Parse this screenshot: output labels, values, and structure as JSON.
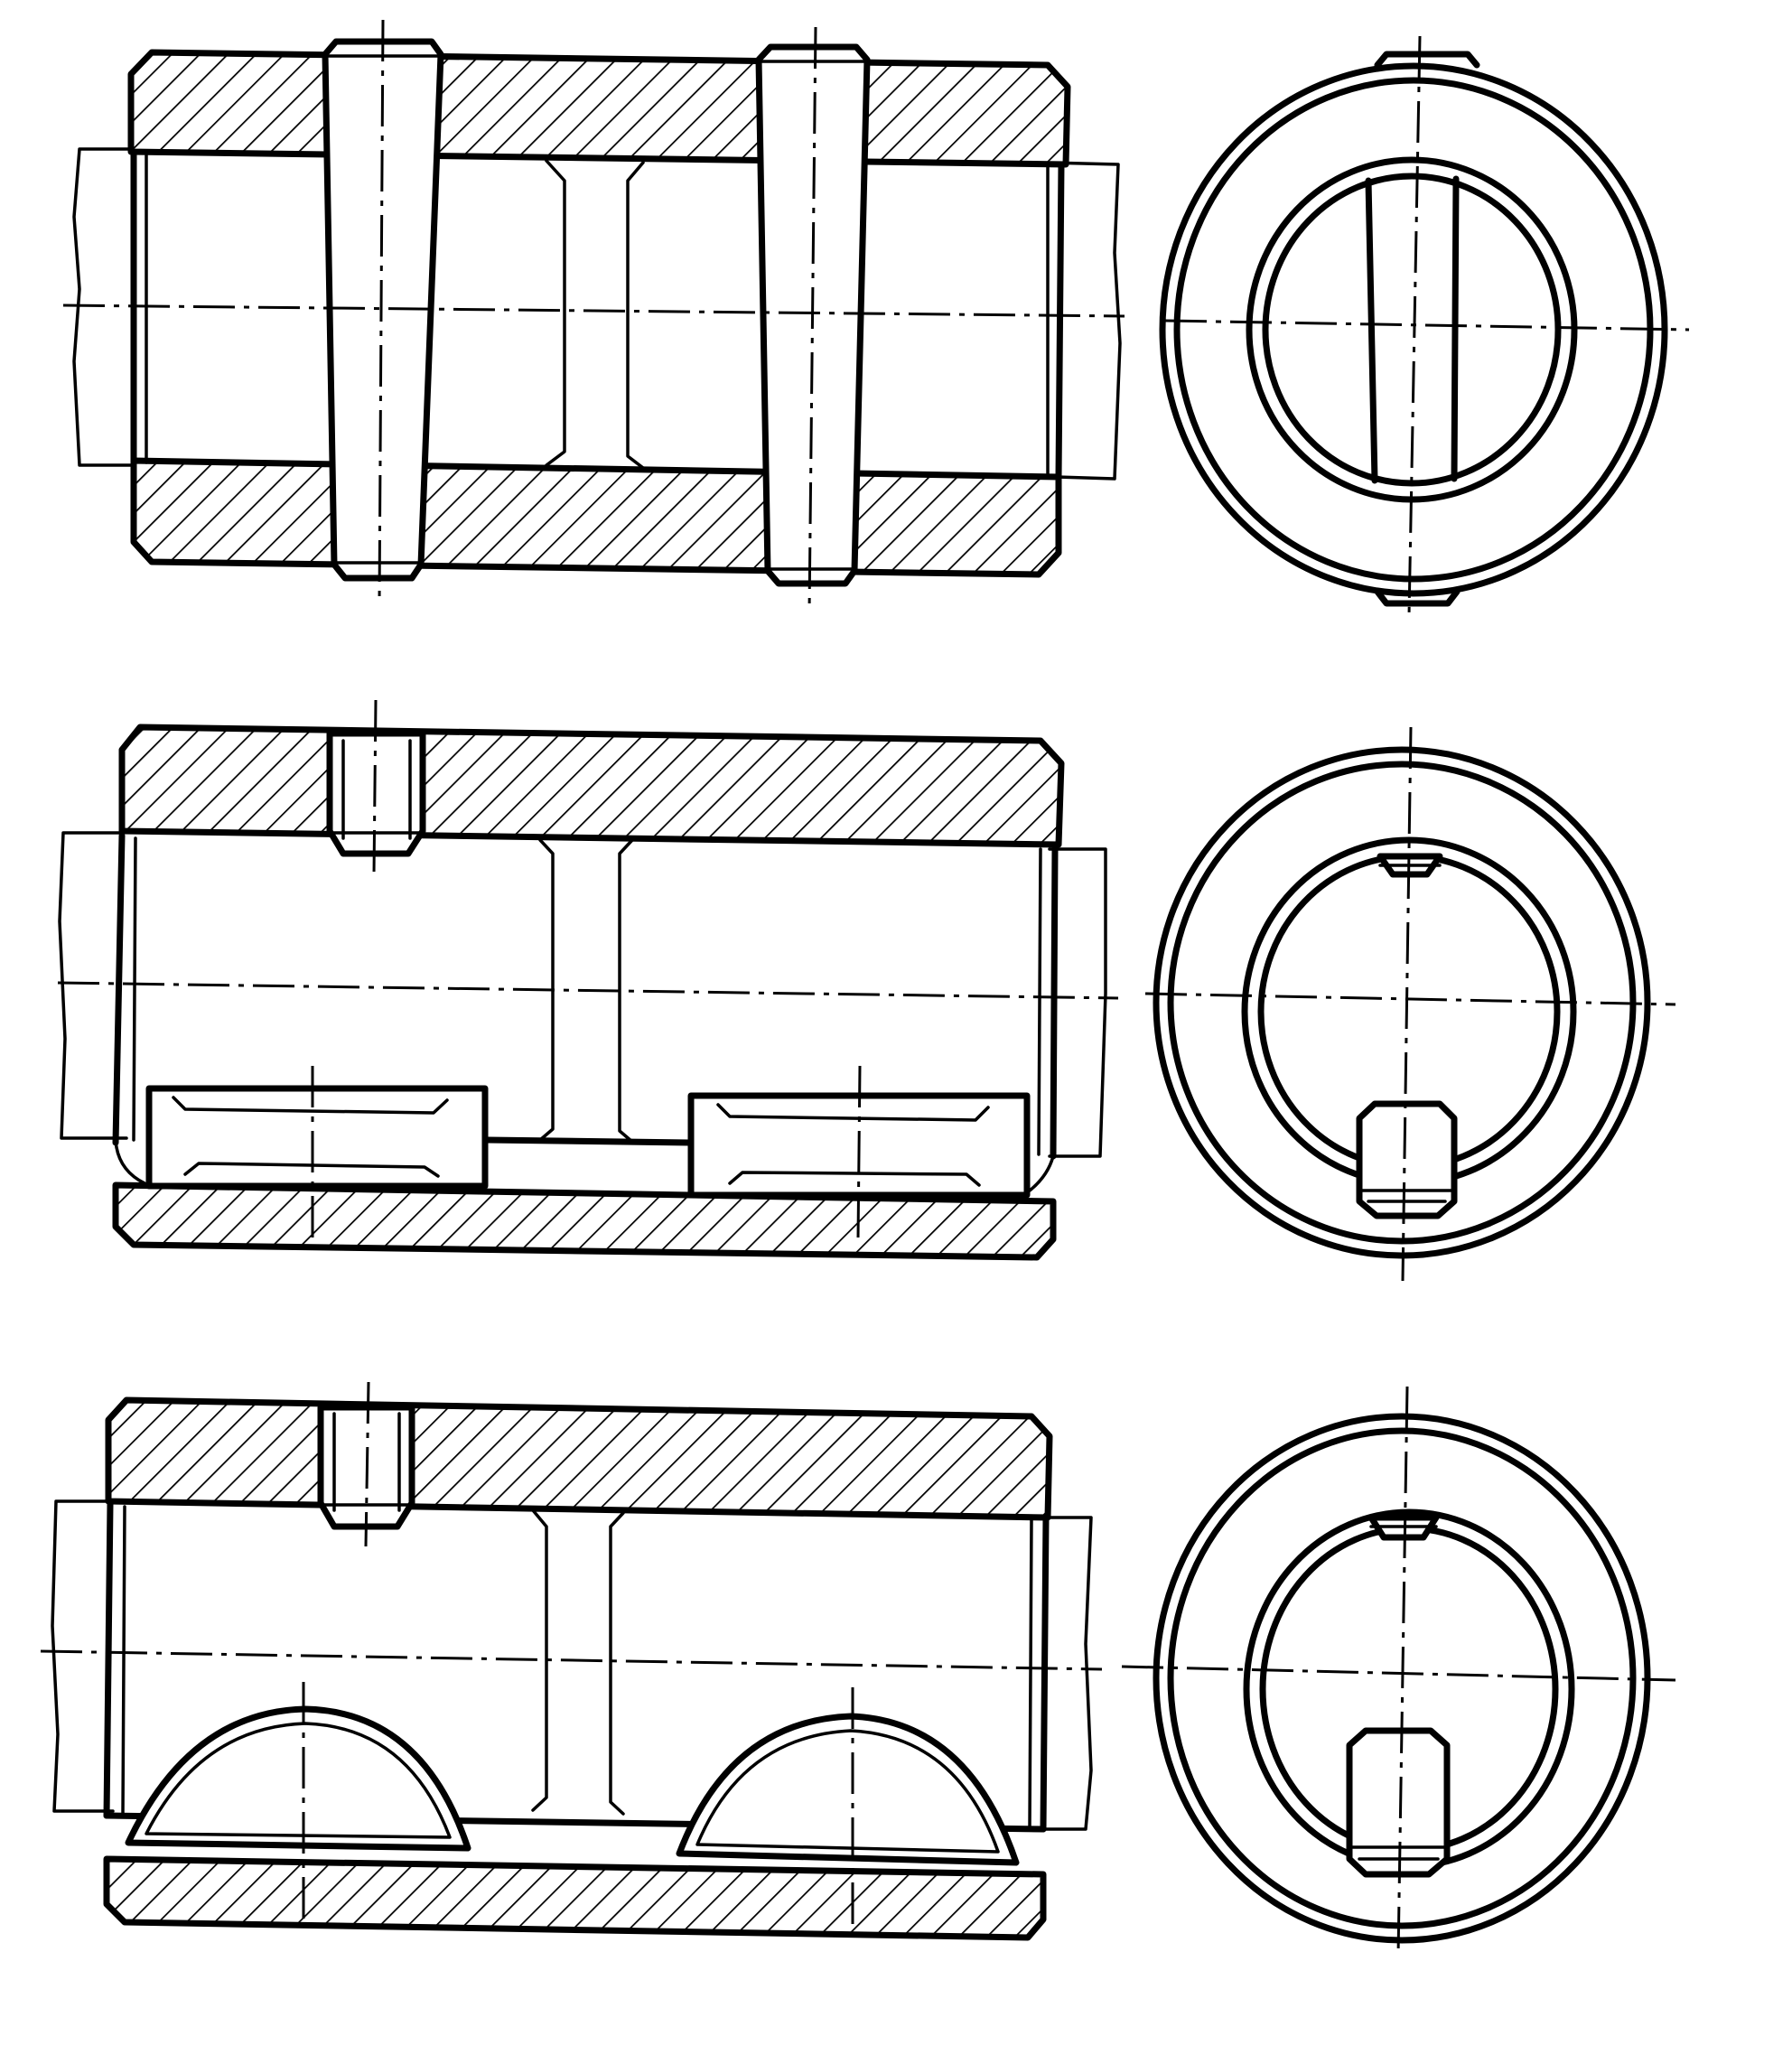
{
  "figure": {
    "views": [
      {
        "id": "assembly-1",
        "fastener": "taper-pins"
      },
      {
        "id": "assembly-2",
        "fastener": "set-screw-and-flat-keys"
      },
      {
        "id": "assembly-3",
        "fastener": "set-screw-and-woodruff-keys"
      }
    ],
    "colors": {
      "line": "#000000",
      "background": "#ffffff"
    }
  }
}
